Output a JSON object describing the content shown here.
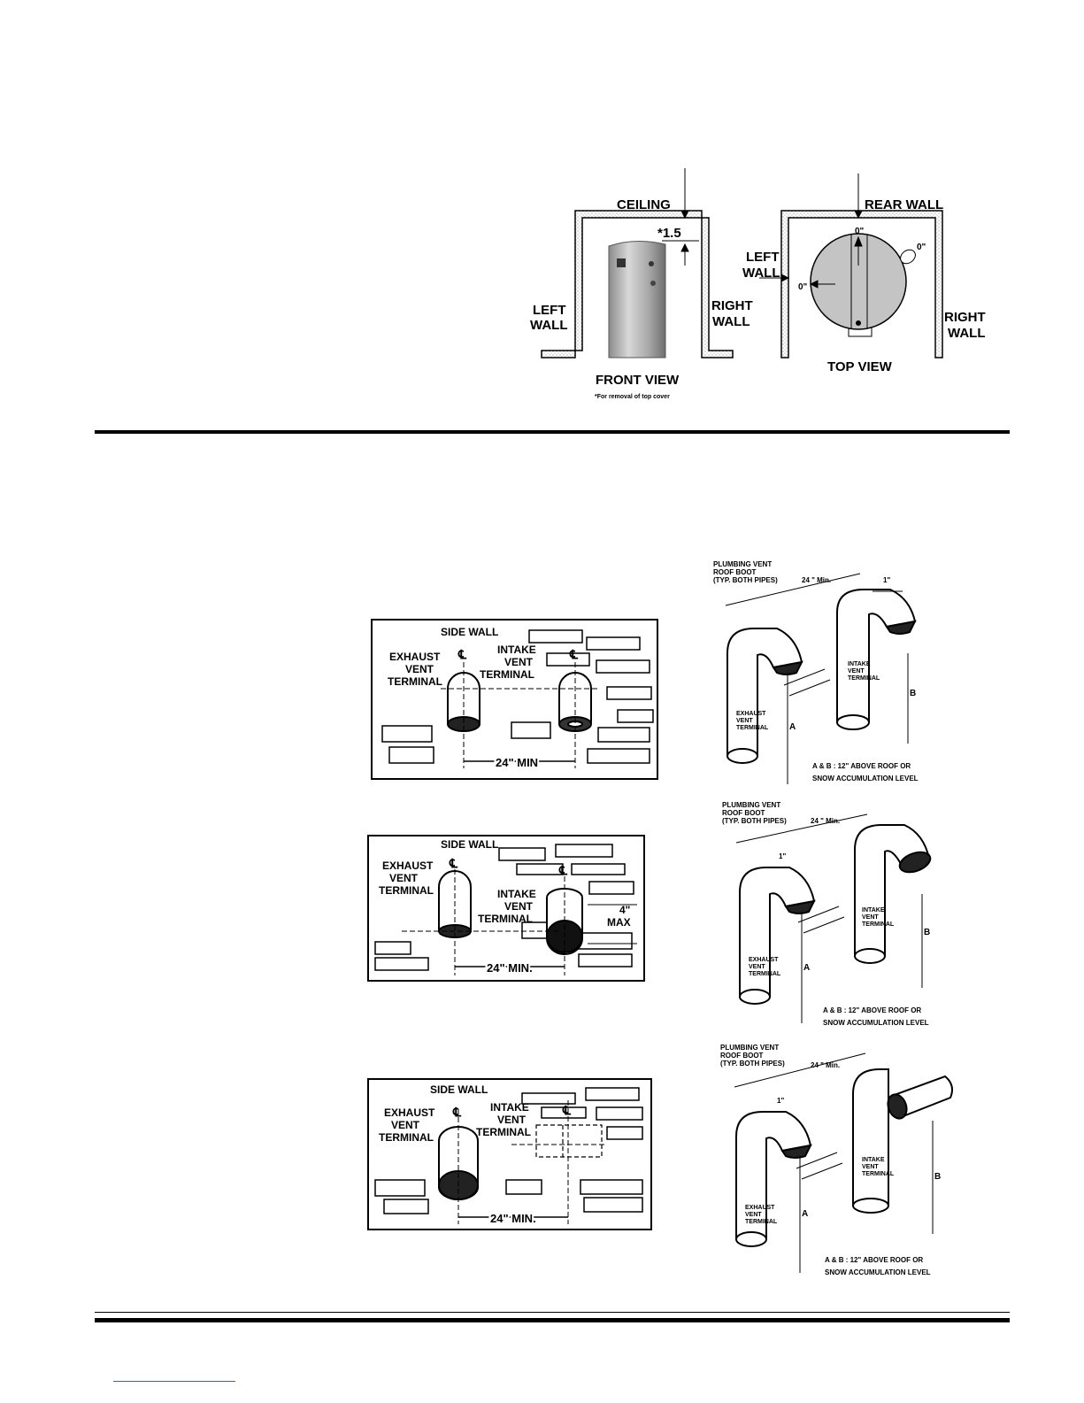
{
  "clearance": {
    "front_view": {
      "ceiling": "CEILING",
      "dimension": "*1.5",
      "left_wall_1": "LEFT",
      "left_wall_2": "WALL",
      "right_wall_1": "RIGHT",
      "right_wall_2": "WALL",
      "caption": "FRONT VIEW",
      "footnote": "*For removal of top cover"
    },
    "top_view": {
      "rear_wall": "REAR  WALL",
      "left_wall_1": "LEFT",
      "left_wall_2": "WALL",
      "right_wall_1": "RIGHT",
      "right_wall_2": "WALL",
      "dim_top": "0\"",
      "dim_left": "0\"",
      "dim_diag": "0\"",
      "caption": "TOP VIEW"
    }
  },
  "side_wall_figures": [
    {
      "title": "SIDE WALL",
      "exhaust_1": "EXHAUST",
      "exhaust_2": "VENT",
      "exhaust_3": "TERMINAL",
      "intake_1": "INTAKE",
      "intake_2": "VENT",
      "intake_3": "TERMINAL",
      "spacing": "24\" MIN",
      "centerline": "℄"
    },
    {
      "title": "SIDE WALL",
      "exhaust_1": "EXHAUST",
      "exhaust_2": "VENT",
      "exhaust_3": "TERMINAL",
      "intake_1": "INTAKE",
      "intake_2": "VENT",
      "intake_3": "TERMINAL",
      "spacing": "24\" MIN.",
      "offset_1": "4\"",
      "offset_2": "MAX",
      "centerline": "℄"
    },
    {
      "title": "SIDE WALL",
      "exhaust_1": "EXHAUST",
      "exhaust_2": "VENT",
      "exhaust_3": "TERMINAL",
      "intake_1": "INTAKE",
      "intake_2": "VENT",
      "intake_3": "TERMINAL",
      "spacing": "24\" MIN.",
      "centerline": "℄"
    }
  ],
  "roof_figures": [
    {
      "boot_1": "PLUMBING VENT",
      "boot_2": "ROOF BOOT",
      "boot_3": "(TYP. BOTH PIPES)",
      "spacing": "24 \" Min.",
      "exhaust_1": "EXHAUST",
      "exhaust_2": "VENT",
      "exhaust_3": "TERMINAL",
      "intake_1": "INTAKE",
      "intake_2": "VENT",
      "intake_3": "TERMINAL",
      "label_a": "A",
      "label_b": "B",
      "dim_1": "1\"",
      "note_1": "A & B : 12\" ABOVE ROOF OR",
      "note_2": "SNOW ACCUMULATION LEVEL"
    },
    {
      "boot_1": "PLUMBING VENT",
      "boot_2": "ROOF BOOT",
      "boot_3": "(TYP. BOTH PIPES)",
      "spacing": "24 \" Min.",
      "exhaust_1": "EXHAUST",
      "exhaust_2": "VENT",
      "exhaust_3": "TERMINAL",
      "intake_1": "INTAKE",
      "intake_2": "VENT",
      "intake_3": "TERMINAL",
      "label_a": "A",
      "label_b": "B",
      "dim_1": "1\"",
      "note_1": "A & B : 12\" ABOVE ROOF OR",
      "note_2": "SNOW ACCUMULATION LEVEL"
    },
    {
      "boot_1": "PLUMBING VENT",
      "boot_2": "ROOF BOOT",
      "boot_3": "(TYP. BOTH PIPES)",
      "spacing": "24 \" Min.",
      "exhaust_1": "EXHAUST",
      "exhaust_2": "VENT",
      "exhaust_3": "TERMINAL",
      "intake_1": "INTAKE",
      "intake_2": "VENT",
      "intake_3": "TERMINAL",
      "label_a": "A",
      "label_b": "B",
      "dim_1": "1\"",
      "note_1": "A & B : 12\" ABOVE ROOF OR",
      "note_2": "SNOW ACCUMULATION LEVEL"
    }
  ]
}
